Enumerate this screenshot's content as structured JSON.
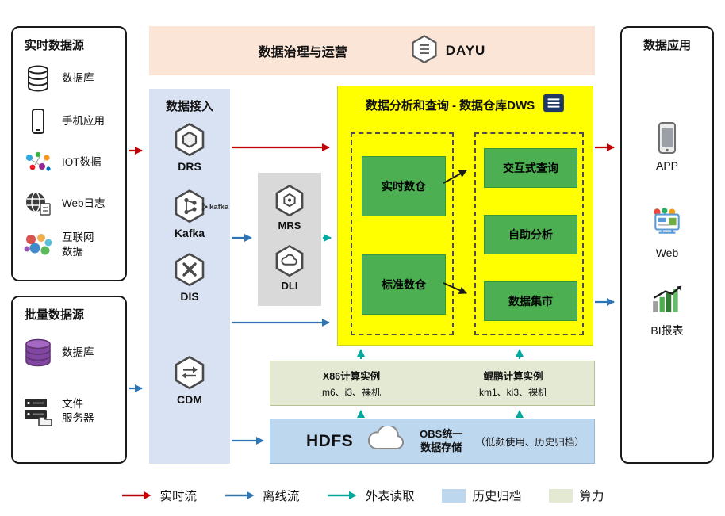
{
  "governance": {
    "title": "数据治理与运营",
    "product": "DAYU"
  },
  "realtime_sources": {
    "title": "实时数据源",
    "items": [
      {
        "icon": "database-icon",
        "label": "数据库"
      },
      {
        "icon": "phone-icon",
        "label": "手机应用"
      },
      {
        "icon": "iot-icon",
        "label": "IOT数据"
      },
      {
        "icon": "globe-icon",
        "label": "Web日志"
      },
      {
        "icon": "internet-data-icon",
        "label": "互联网\n数据"
      }
    ]
  },
  "batch_sources": {
    "title": "批量数据源",
    "items": [
      {
        "icon": "database-stack-icon",
        "label": "数据库"
      },
      {
        "icon": "file-server-icon",
        "label": "文件\n服务器"
      }
    ]
  },
  "ingestion": {
    "title": "数据接入",
    "items": [
      {
        "icon": "drs-hexagon-icon",
        "label": "DRS"
      },
      {
        "icon": "kafka-hexagon-icon",
        "label": "Kafka",
        "badge": "kafka"
      },
      {
        "icon": "dis-hexagon-icon",
        "label": "DIS"
      },
      {
        "icon": "cdm-hexagon-icon",
        "label": "CDM"
      }
    ]
  },
  "processing": {
    "items": [
      {
        "icon": "mrs-hexagon-icon",
        "label": "MRS"
      },
      {
        "icon": "dli-hexagon-icon",
        "label": "DLI"
      }
    ]
  },
  "dws": {
    "title": "数据分析和查询 - 数据仓库DWS",
    "warehouses": [
      "实时数仓",
      "标准数仓"
    ],
    "services": [
      "交互式查询",
      "自助分析",
      "数据集市"
    ]
  },
  "compute": {
    "x86_title": "X86计算实例",
    "x86_spec": "m6、i3、裸机",
    "kunpeng_title": "鲲鹏计算实例",
    "kunpeng_spec": "km1、ki3、裸机"
  },
  "storage": {
    "hdfs": "HDFS",
    "obs_line1": "OBS统一",
    "obs_line2": "数据存储",
    "obs_note": "（低频使用、历史归档）"
  },
  "applications": {
    "title": "数据应用",
    "items": [
      {
        "icon": "app-phone-icon",
        "label": "APP"
      },
      {
        "icon": "web-browser-icon",
        "label": "Web"
      },
      {
        "icon": "bi-report-icon",
        "label": "BI报表"
      }
    ]
  },
  "legend": {
    "items": [
      {
        "kind": "arrow",
        "color": "#c00000",
        "label": "实时流"
      },
      {
        "kind": "arrow",
        "color": "#2e75b6",
        "label": "离线流"
      },
      {
        "kind": "arrow",
        "color": "#00a99d",
        "label": "外表读取"
      },
      {
        "kind": "swatch",
        "color": "#bdd7ee",
        "label": "历史归档"
      },
      {
        "kind": "swatch",
        "color": "#e3e9d3",
        "label": "算力"
      }
    ]
  },
  "colors": {
    "realtime_flow": "#c00000",
    "offline_flow": "#2e75b6",
    "external_read": "#00a99d",
    "archive_fill": "#bdd7ee",
    "compute_fill": "#e3e9d3",
    "dws_fill": "#ffff00",
    "service_green": "#4cb052",
    "governance_fill": "#fbe5d6",
    "ingestion_fill": "#d9e2f3",
    "processing_fill": "#d9d9d9"
  }
}
